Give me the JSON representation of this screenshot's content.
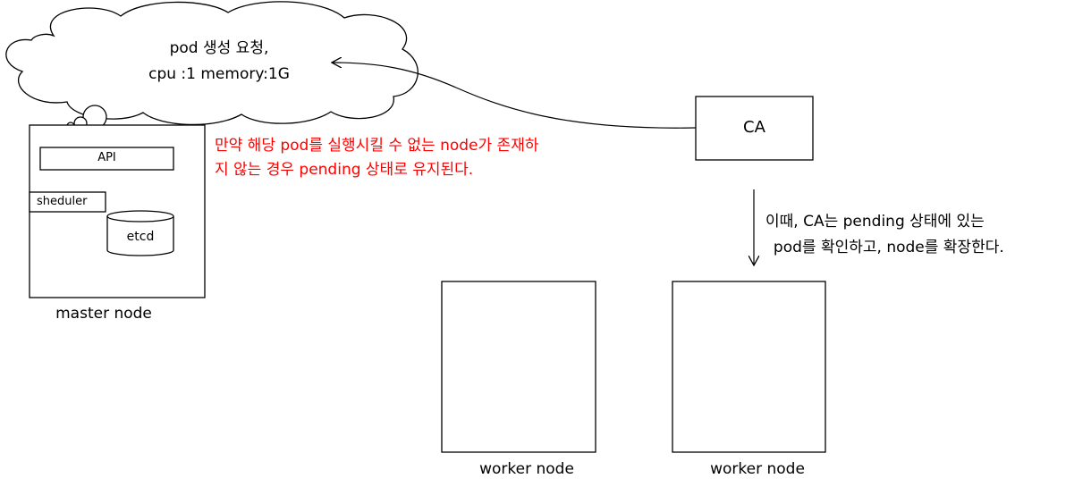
{
  "cloud": {
    "line1": "pod 생성 요청,",
    "line2": "cpu :1 memory:1G"
  },
  "master": {
    "api_label": "API",
    "scheduler_label": "sheduler",
    "etcd_label": "etcd",
    "caption": "master node"
  },
  "ca": {
    "label": "CA"
  },
  "notes": {
    "pending_line1": "만약 해당 pod를 실행시킬 수 없는 node가 존재하",
    "pending_line2": "지 않는 경우 pending 상태로 유지된다.",
    "ca_line1": "이때, CA는 pending 상태에 있는",
    "ca_line2": "pod를 확인하고, node를 확장한다."
  },
  "workers": [
    {
      "caption": "worker node"
    },
    {
      "caption": "worker node"
    }
  ],
  "colors": {
    "note_red": "#ff0000",
    "line": "#000000"
  }
}
